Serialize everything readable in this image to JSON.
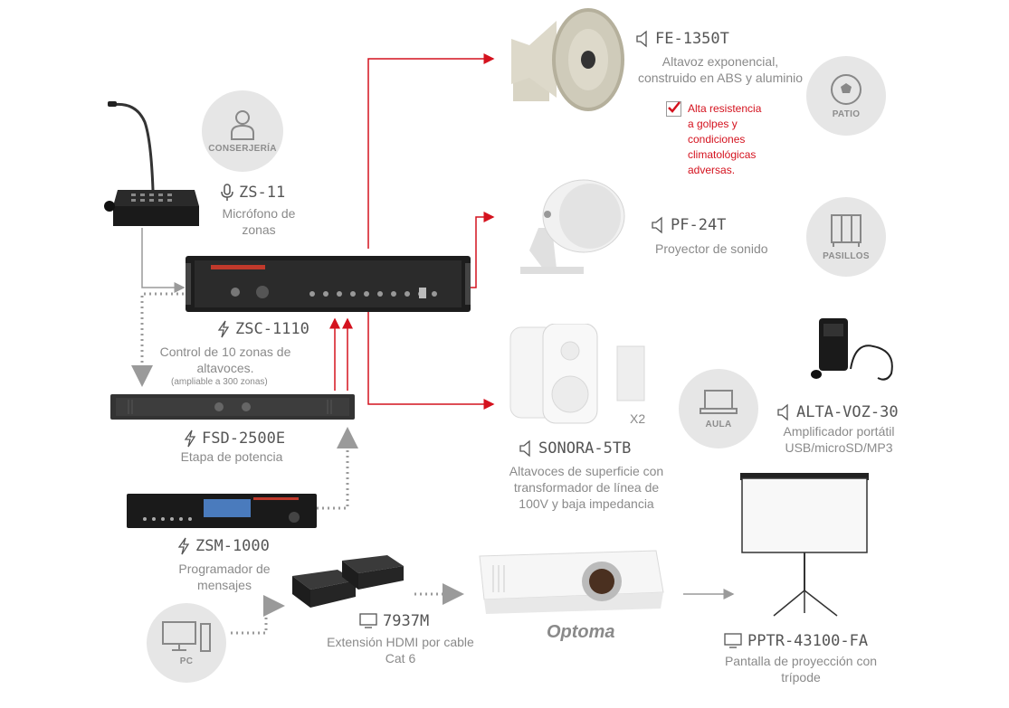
{
  "devices": {
    "zs11": {
      "name": "ZS-11",
      "desc": [
        "Micrófono de",
        "zonas"
      ],
      "icon": "microphone-icon"
    },
    "zsc1110": {
      "name": "ZSC-1110",
      "desc": [
        "Control de 10 zonas de",
        "altavoces."
      ],
      "note": "(ampliable a 300 zonas)",
      "icon": "lightning-icon"
    },
    "fsd2500e": {
      "name": "FSD-2500E",
      "desc": [
        "Etapa de potencia"
      ],
      "icon": "lightning-icon"
    },
    "zsm1000": {
      "name": "ZSM-1000",
      "desc": [
        "Programador de",
        "mensajes"
      ],
      "icon": "lightning-icon"
    },
    "fe1350t": {
      "name": "FE-1350T",
      "desc": [
        "Altavoz exponencial,",
        "construido en ABS y aluminio"
      ],
      "icon": "speaker-icon"
    },
    "pf24t": {
      "name": "PF-24T",
      "desc": [
        "Proyector de sonido"
      ],
      "icon": "speaker-icon"
    },
    "sonora5tb": {
      "name": "SONORA-5TB",
      "desc": [
        "Altavoces de superficie con",
        "transformador de línea de",
        "100V y baja impedancia"
      ],
      "icon": "speaker-icon",
      "quantity": "X2"
    },
    "altavoz30": {
      "name": "ALTA-VOZ-30",
      "desc": [
        "Amplificador portátil",
        "USB/microSD/MP3"
      ],
      "icon": "speaker-icon"
    },
    "h7937m": {
      "name": "7937M",
      "desc": [
        "Extensión HDMI por cable",
        "Cat 6"
      ],
      "icon": "monitor-icon"
    },
    "pptr": {
      "name": "PPTR-43100-FA",
      "desc": [
        "Pantalla de proyección con",
        "trípode"
      ],
      "icon": "monitor-icon"
    },
    "projector": {
      "brand": "Optoma"
    }
  },
  "feature": {
    "lines": [
      "Alta resistencia",
      "a golpes y",
      "condiciones",
      "climatológicas",
      "adversas."
    ]
  },
  "zones": {
    "conserjeria": "CONSERJERÍA",
    "patio": "PATIO",
    "pasillos": "PASILLOS",
    "aula": "AULA",
    "pc": "PC"
  },
  "colors": {
    "signal_red": "#d4121e",
    "signal_grey": "#9a9a9a",
    "zone_bg": "#e6e6e6"
  }
}
